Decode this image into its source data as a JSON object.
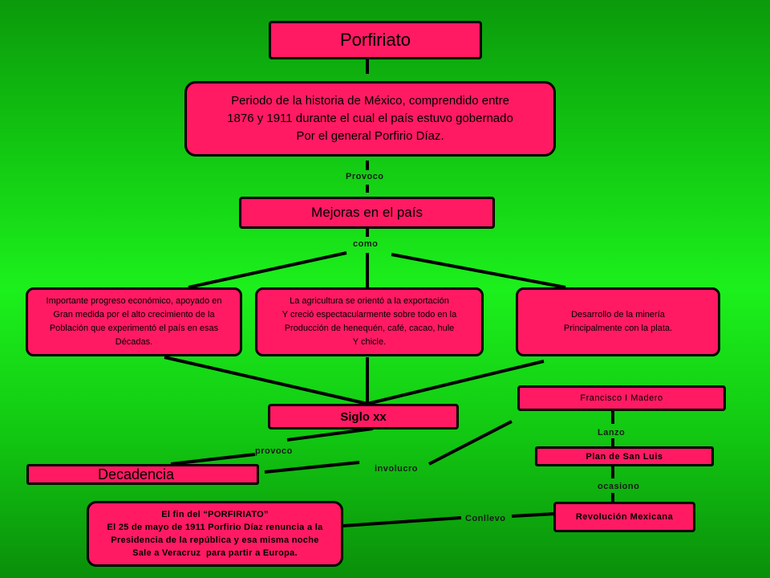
{
  "nodes": {
    "title": "Porfiriato",
    "definition": "Periodo de la historia de México, comprendido entre\n1876 y 1911 durante el cual el país estuvo gobernado\nPor el general Porfirio Díaz.",
    "improvements": "Mejoras en el país",
    "economy": "Importante progreso económico, apoyado en\nGran medida por el alto crecimiento de la\nPoblación que experimentó el país en esas\nDécadas.",
    "agriculture": "La agricultura se orientó a la exportación\nY creció espectacularmente sobre todo en la\nProducción de henequén, café, cacao, hule\nY chicle.",
    "mining": "Desarrollo de la minería\nPrincipalmente con la plata.",
    "century": "Siglo xx",
    "decline": "Decadencia",
    "madero": "Francisco I Madero",
    "plan": "Plan de San Luis",
    "revolution": "Revolución Mexicana",
    "end": "El fin del “PORFIRIATO”\nEl 25 de mayo de 1911 Porfirio Díaz renuncia a la\nPresidencia de la república y esa misma noche\nSale a Veracruz  para partir a Europa."
  },
  "connectors": {
    "provoco_1": "Provoco",
    "como": "como",
    "provoco_2": "provoco",
    "involucro": "involucro",
    "lanzo": "Lanzo",
    "ocasiono": "ocasiono",
    "conllevo": "Conllevo"
  },
  "colors": {
    "box_fill": "#ff1a63",
    "outline": "#000000",
    "background": "#1cf01c"
  }
}
